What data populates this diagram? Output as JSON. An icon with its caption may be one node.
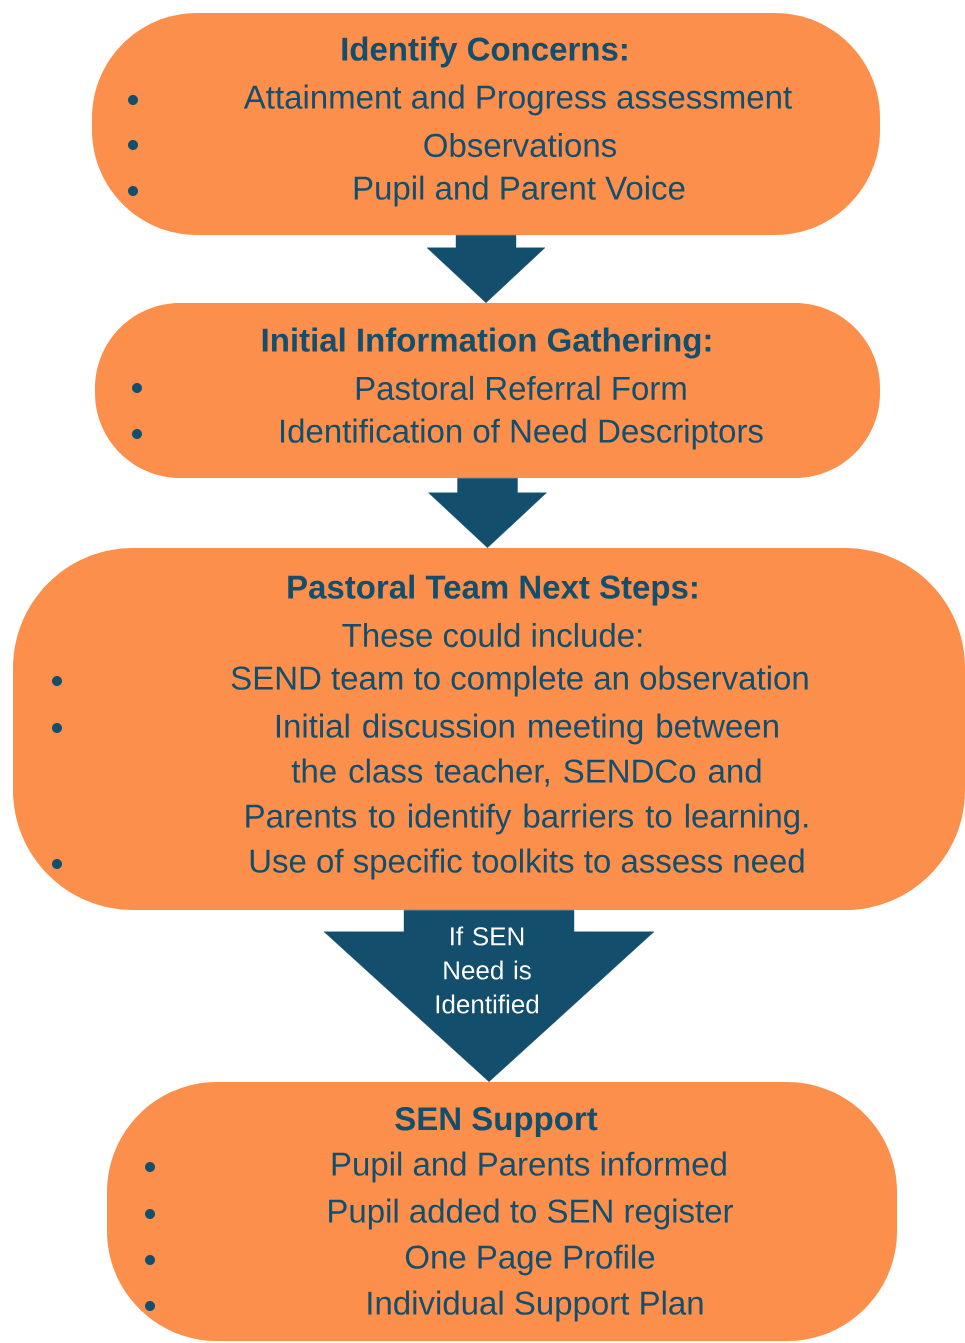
{
  "diagram": {
    "nodes": [
      {
        "text": [
          "Identify Concerns:",
          "Attainment and Progress assessment",
          "Observations",
          "Pupil and Parent Voice"
        ]
      },
      {
        "text": [
          "Initial Information Gathering:",
          "Pastoral Referral Form",
          "Identification of Need Descriptors"
        ]
      },
      {
        "text": [
          "Pastoral Team Next Steps:",
          "These could include:",
          "SEND team to complete an observation",
          "Initial discussion meeting between the class teacher, SENDCo and Parents to identify barriers to learning.",
          "Use of specific toolkits to assess need"
        ]
      },
      {
        "text": [
          "SEN Support",
          "Pupil and Parents informed",
          "Pupil added to SEN register",
          "One Page Profile",
          "Individual Support Plan"
        ]
      }
    ],
    "edges": [
      {
        "from": 0,
        "to": 1,
        "arrow": "to"
      },
      {
        "from": 1,
        "to": 2,
        "arrow": "to"
      },
      {
        "from": 2,
        "to": 3,
        "arrow": "to",
        "label": "If SEN Need is Identified"
      }
    ]
  }
}
